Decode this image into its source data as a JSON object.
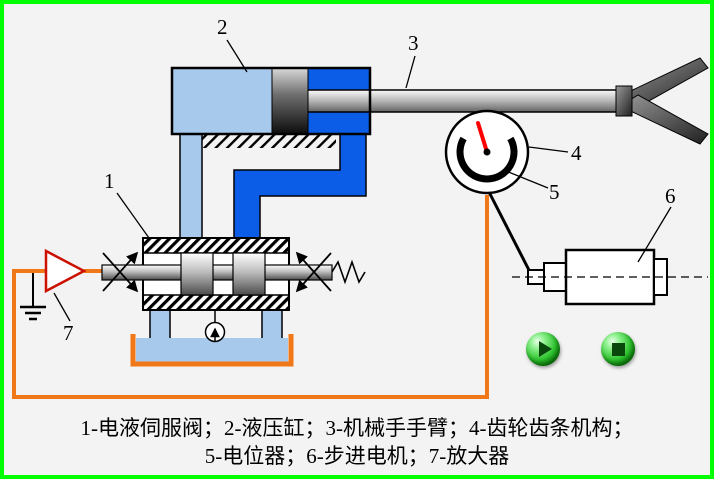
{
  "window": {
    "type": "hydraulic-servo-manipulator-simulation",
    "background": "#f3f3f3",
    "frame_color": "#00ff00"
  },
  "part_labels": {
    "servo_valve": "1",
    "hydraulic_cylinder": "2",
    "manipulator_arm": "3",
    "gear_rack": "4",
    "potentiometer": "5",
    "stepper_motor": "6",
    "amplifier": "7"
  },
  "caption": {
    "line1": "1-电液伺服阀；2-液压缸；3-机械手手臂；4-齿轮齿条机构；",
    "line2": "5-电位器；6-步进电机；7-放大器"
  },
  "legend": [
    {
      "num": "1",
      "name": "电液伺服阀"
    },
    {
      "num": "2",
      "name": "液压缸"
    },
    {
      "num": "3",
      "name": "机械手手臂"
    },
    {
      "num": "4",
      "name": "齿轮齿条机构"
    },
    {
      "num": "5",
      "name": "电位器"
    },
    {
      "num": "6",
      "name": "步进电机"
    },
    {
      "num": "7",
      "name": "放大器"
    }
  ],
  "controls": {
    "play_button": "play",
    "stop_button": "stop"
  },
  "colors": {
    "frame_green": "#00ff00",
    "pipe_dark_blue": "#0b5ce6",
    "pipe_light_blue": "#a6c9ec",
    "wire_orange": "#f07818",
    "needle_red": "#ff0000",
    "amplifier_outline_red": "#cc1100",
    "button_green": "#1faf1f"
  }
}
